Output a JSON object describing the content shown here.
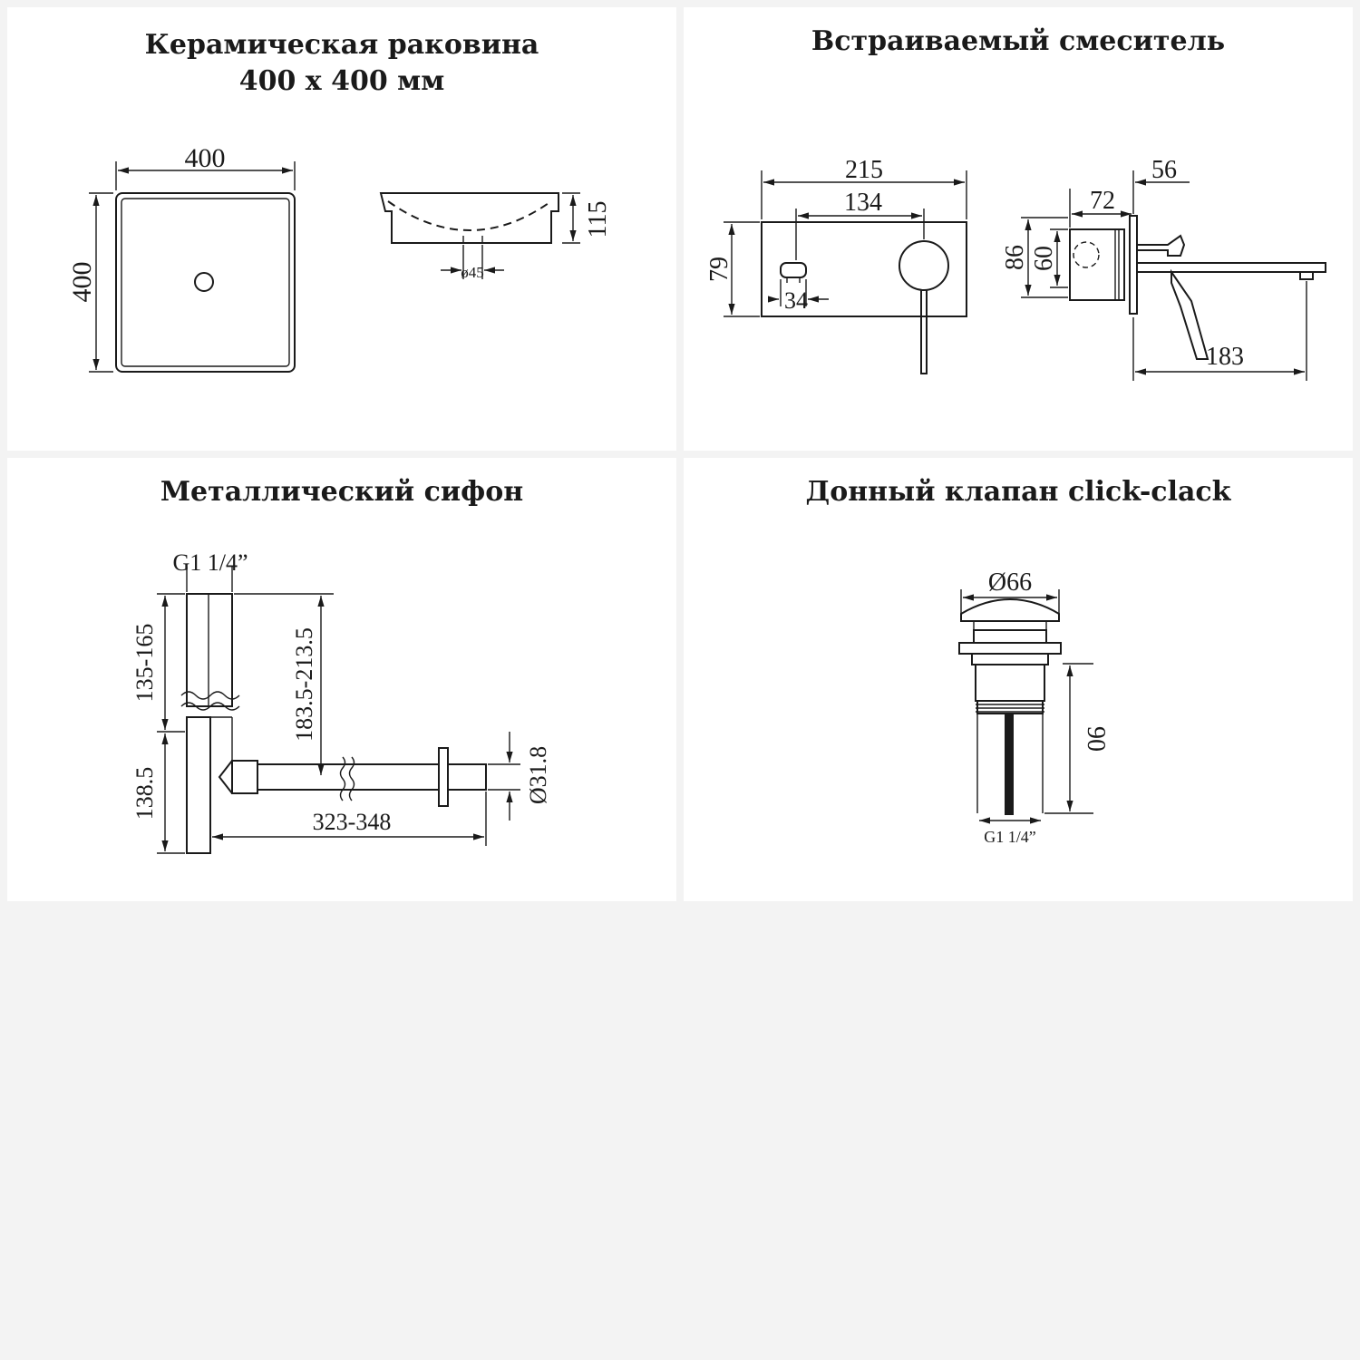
{
  "panels": {
    "sink": {
      "title_line1": "Керамическая раковина",
      "title_line2": "400 х 400 мм",
      "dims": {
        "width": "400",
        "depth": "400",
        "height": "115",
        "drain": "ø45"
      }
    },
    "mixer": {
      "title": "Встраиваемый смеситель",
      "dims": {
        "plate_width": "215",
        "spacing": "134",
        "plate_height": "79",
        "spout_width": "34",
        "rough_depth": "86",
        "rough_inner": "60",
        "body_depth": "72",
        "flange": "56",
        "spout_length": "183"
      }
    },
    "siphon": {
      "title": "Металлический сифон",
      "dims": {
        "thread": "G1 1/4”",
        "upper": "135-165",
        "lower": "138.5",
        "total_height": "183.5-213.5",
        "length": "323-348",
        "diameter": "Ø31.8"
      }
    },
    "valve": {
      "title": "Донный клапан click-clack",
      "dims": {
        "cap": "Ø66",
        "height": "90",
        "thread": "G1 1/4”"
      }
    }
  },
  "colors": {
    "background": "#f3f3f3",
    "panel": "#ffffff",
    "line": "#1a1a1a"
  }
}
